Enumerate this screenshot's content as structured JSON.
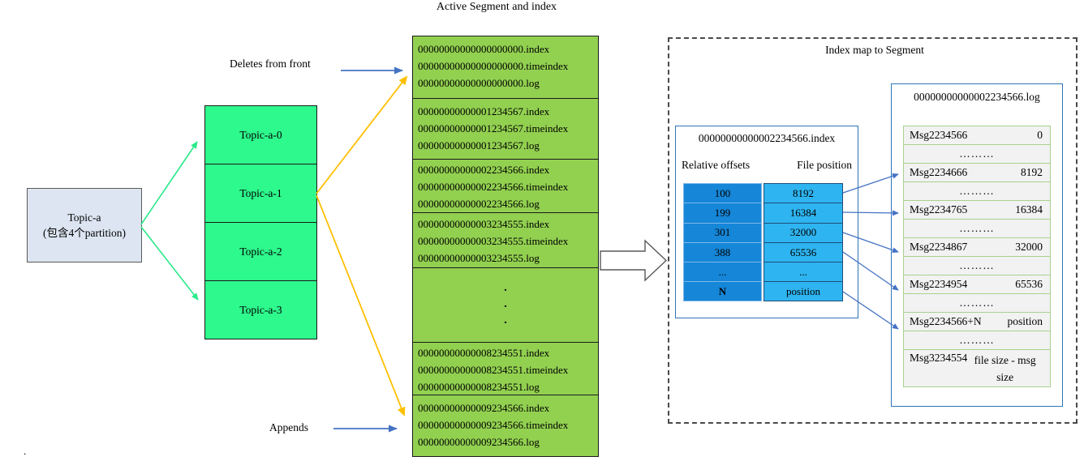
{
  "title": "Active Segment and index",
  "topic_box": {
    "name": "Topic-a",
    "subtitle": "(包含4个partition)"
  },
  "partitions": [
    "Topic-a-0",
    "Topic-a-1",
    "Topic-a-2",
    "Topic-a-3"
  ],
  "annotations": {
    "deletes": "Deletes from front",
    "appends": "Appends",
    "stray_dot": "."
  },
  "segments": [
    [
      "00000000000000000000.index",
      "00000000000000000000.timeindex",
      "00000000000000000000.log"
    ],
    [
      "00000000000001234567.index",
      "00000000000001234567.timeindex",
      "00000000000001234567.log"
    ],
    [
      "00000000000002234566.index",
      "00000000000002234566.timeindex",
      "00000000000002234566.log"
    ],
    [
      "00000000000003234555.index",
      "00000000000003234555.timeindex",
      "00000000000003234555.log"
    ],
    [
      "00000000000008234551.index",
      "00000000000008234551.timeindex",
      "00000000000008234551.log"
    ],
    [
      "00000000000009234566.index",
      "00000000000009234566.timeindex",
      "00000000000009234566.log"
    ]
  ],
  "segment_dots": [
    ".",
    ".",
    "."
  ],
  "index_map": {
    "title": "Index map to Segment",
    "index_file": {
      "title": "00000000000002234566.index",
      "headers": [
        "Relative offsets",
        "File position"
      ],
      "rows": [
        [
          "100",
          "8192"
        ],
        [
          "199",
          "16384"
        ],
        [
          "301",
          "32000"
        ],
        [
          "388",
          "65536"
        ],
        [
          "...",
          "..."
        ],
        [
          "N",
          "position"
        ]
      ]
    },
    "log_file": {
      "title": "00000000000002234566.log",
      "dots": "………",
      "rows": [
        {
          "msg": "Msg2234566",
          "pos": "0"
        },
        {
          "msg": "Msg2234666",
          "pos": "8192"
        },
        {
          "msg": "Msg2234765",
          "pos": "16384"
        },
        {
          "msg": "Msg2234867",
          "pos": "32000"
        },
        {
          "msg": "Msg2234954",
          "pos": "65536"
        },
        {
          "msg": "Msg2234566+N",
          "pos": "position"
        },
        {
          "msg": "Msg3234554",
          "pos": "file size - msg size"
        }
      ]
    }
  },
  "colors": {
    "partition_green": "#2EF98D",
    "segment_green": "#92D050",
    "index_col_dark_blue": "#1586D8",
    "index_col_light_blue": "#2EB4F0",
    "box_border_blue": "#2E75B6",
    "arrow_blue": "#4472C4",
    "arrow_orange": "#FFC000",
    "log_row_gray": "#F2F2F2",
    "log_row_border_green": "#A9D18E",
    "topic_box_fill": "#DCE5F1"
  }
}
